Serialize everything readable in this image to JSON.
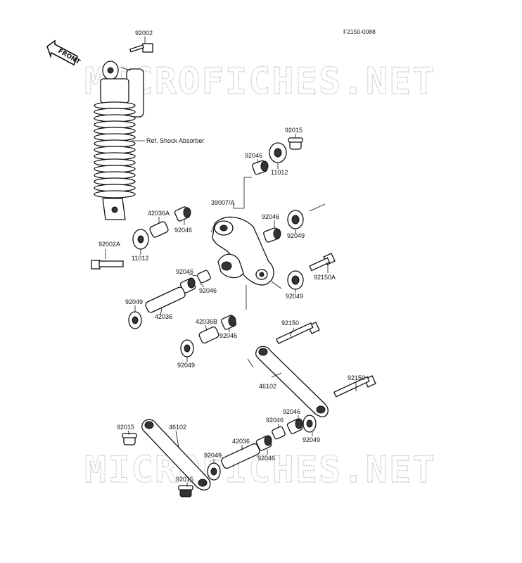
{
  "diagram_code": "F2150-0088",
  "front_label": "FRONT",
  "watermark": "MICROFICHES.NET",
  "ref_label": "Ref. Shock Absorber",
  "labels": [
    {
      "id": "p92002",
      "text": "92002"
    },
    {
      "id": "p92015a",
      "text": "92015"
    },
    {
      "id": "p92046a",
      "text": "92046"
    },
    {
      "id": "p11012a",
      "text": "11012"
    },
    {
      "id": "p42036A",
      "text": "42036A"
    },
    {
      "id": "p92046b",
      "text": "92046"
    },
    {
      "id": "p39007A",
      "text": "39007/A"
    },
    {
      "id": "p92046c",
      "text": "92046"
    },
    {
      "id": "p92049a",
      "text": "92049"
    },
    {
      "id": "p92002A",
      "text": "92002A"
    },
    {
      "id": "p11012b",
      "text": "11012"
    },
    {
      "id": "p92046d",
      "text": "92046"
    },
    {
      "id": "p92150A",
      "text": "92150A"
    },
    {
      "id": "p92046e",
      "text": "92046"
    },
    {
      "id": "p92049b",
      "text": "92049"
    },
    {
      "id": "p92049c",
      "text": "92049"
    },
    {
      "id": "p42036a",
      "text": "42036"
    },
    {
      "id": "p42036B",
      "text": "42036B"
    },
    {
      "id": "p92046f",
      "text": "92046"
    },
    {
      "id": "p92150a",
      "text": "92150"
    },
    {
      "id": "p92049d",
      "text": "92049"
    },
    {
      "id": "p92150b",
      "text": "92150"
    },
    {
      "id": "p46102a",
      "text": "46102"
    },
    {
      "id": "p92046g",
      "text": "92046"
    },
    {
      "id": "p92046h",
      "text": "92046"
    },
    {
      "id": "p92049e",
      "text": "92049"
    },
    {
      "id": "p92015b",
      "text": "92015"
    },
    {
      "id": "p46102b",
      "text": "46102"
    },
    {
      "id": "p42036b",
      "text": "42036"
    },
    {
      "id": "p92049f",
      "text": "92049"
    },
    {
      "id": "p92046i",
      "text": "92046"
    },
    {
      "id": "p92015c",
      "text": "92015"
    }
  ]
}
